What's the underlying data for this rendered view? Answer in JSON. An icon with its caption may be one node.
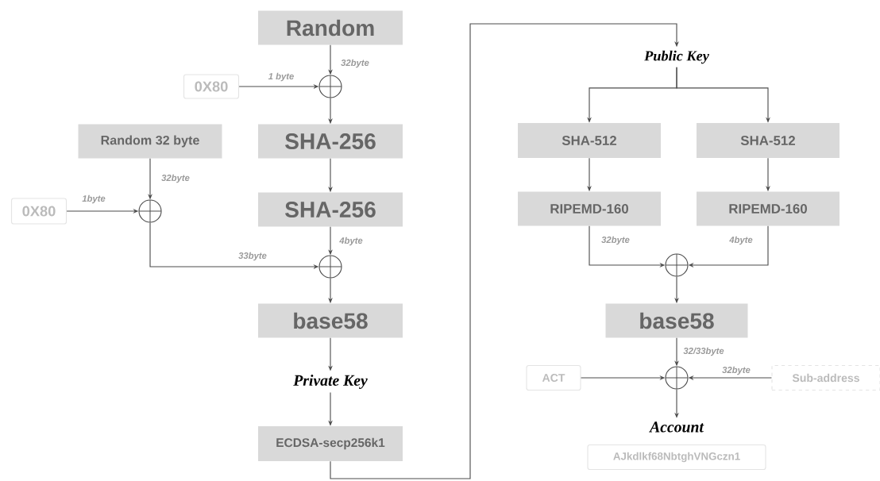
{
  "diagram": {
    "nodes": [
      {
        "text": [
          "Random"
        ]
      },
      {
        "text": [
          "0X80"
        ]
      },
      {
        "text": [],
        "shape": "circle"
      },
      {
        "text": [
          "SHA-256"
        ]
      },
      {
        "text": [
          "Random 32 byte"
        ]
      },
      {
        "text": [
          "0X80"
        ]
      },
      {
        "text": [],
        "shape": "circle"
      },
      {
        "text": [
          "SHA-256"
        ]
      },
      {
        "text": [],
        "shape": "circle"
      },
      {
        "text": [
          "base58"
        ]
      },
      {
        "text": [
          "Private Key"
        ]
      },
      {
        "text": [
          "ECDSA-secp256k1"
        ]
      },
      {
        "text": [
          "Public Key"
        ]
      },
      {
        "text": [
          "SHA-512"
        ]
      },
      {
        "text": [
          "SHA-512"
        ]
      },
      {
        "text": [
          "RIPEMD-160"
        ]
      },
      {
        "text": [
          "RIPEMD-160"
        ]
      },
      {
        "text": [],
        "shape": "circle"
      },
      {
        "text": [
          "base58"
        ]
      },
      {
        "text": [
          "ACT"
        ]
      },
      {
        "text": [],
        "shape": "circle"
      },
      {
        "text": [
          "Sub-address"
        ]
      },
      {
        "text": [
          "Account"
        ]
      },
      {
        "text": [
          "AJkdlkf68NbtghVNGczn1"
        ]
      }
    ],
    "edges": [
      {
        "from": 0,
        "to": 2,
        "arrow": "to",
        "label": "32byte"
      },
      {
        "from": 1,
        "to": 2,
        "arrow": "to",
        "label": "1 byte"
      },
      {
        "from": 2,
        "to": 3,
        "arrow": "to"
      },
      {
        "from": 4,
        "to": 6,
        "arrow": "to",
        "label": "32byte"
      },
      {
        "from": 5,
        "to": 6,
        "arrow": "to",
        "label": "1byte"
      },
      {
        "from": 3,
        "to": 7,
        "arrow": "to"
      },
      {
        "from": 6,
        "to": 8,
        "arrow": "to",
        "label": "33byte"
      },
      {
        "from": 7,
        "to": 8,
        "arrow": "to",
        "label": "4byte"
      },
      {
        "from": 8,
        "to": 9,
        "arrow": "to"
      },
      {
        "from": 9,
        "to": 10,
        "arrow": "to"
      },
      {
        "from": 10,
        "to": 11,
        "arrow": "to"
      },
      {
        "from": 11,
        "to": 12,
        "arrow": "to"
      },
      {
        "from": 12,
        "to": 13,
        "arrow": "to"
      },
      {
        "from": 12,
        "to": 14,
        "arrow": "to"
      },
      {
        "from": 13,
        "to": 15,
        "arrow": "to"
      },
      {
        "from": 14,
        "to": 16,
        "arrow": "to"
      },
      {
        "from": 15,
        "to": 17,
        "arrow": "to",
        "label": "32byte"
      },
      {
        "from": 16,
        "to": 17,
        "arrow": "to",
        "label": "4byte"
      },
      {
        "from": 17,
        "to": 18,
        "arrow": "to"
      },
      {
        "from": 18,
        "to": 20,
        "arrow": "to",
        "label": "32/33byte"
      },
      {
        "from": 19,
        "to": 20,
        "arrow": "to"
      },
      {
        "from": 21,
        "to": 20,
        "arrow": "to",
        "label": "32byte"
      },
      {
        "from": 20,
        "to": 22,
        "arrow": "to"
      }
    ]
  }
}
